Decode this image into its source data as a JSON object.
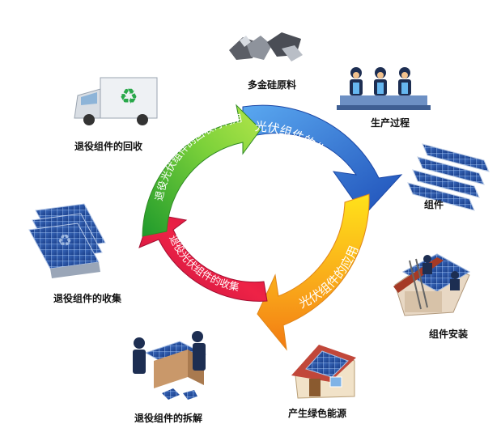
{
  "cycle": {
    "production": "光伏组件的生产",
    "application": "光伏组件的应用",
    "collection": "退役光伏组件的收集",
    "recycling": "退役光伏组件的回收再利用"
  },
  "stages": {
    "silicon": "多金硅原料",
    "manufacturing": "生产过程",
    "modules": "组件",
    "installation": "组件安装",
    "green_energy": "产生绿色能源",
    "dismantling": "退役组件的拆解",
    "collection": "退役组件的收集",
    "recovery": "退役组件的回收"
  },
  "colors": {
    "blue": "#2f74d6",
    "yellow_orange": "#f7a31a",
    "red": "#e0173b",
    "green": "#52b52a"
  },
  "icons": [
    "silicon-chunks-icon",
    "workers-icon",
    "solar-panel-stack-icon",
    "roof-install-icon",
    "house-icon",
    "dismantle-workers-icon",
    "panel-pile-icon",
    "recycling-truck-icon"
  ]
}
